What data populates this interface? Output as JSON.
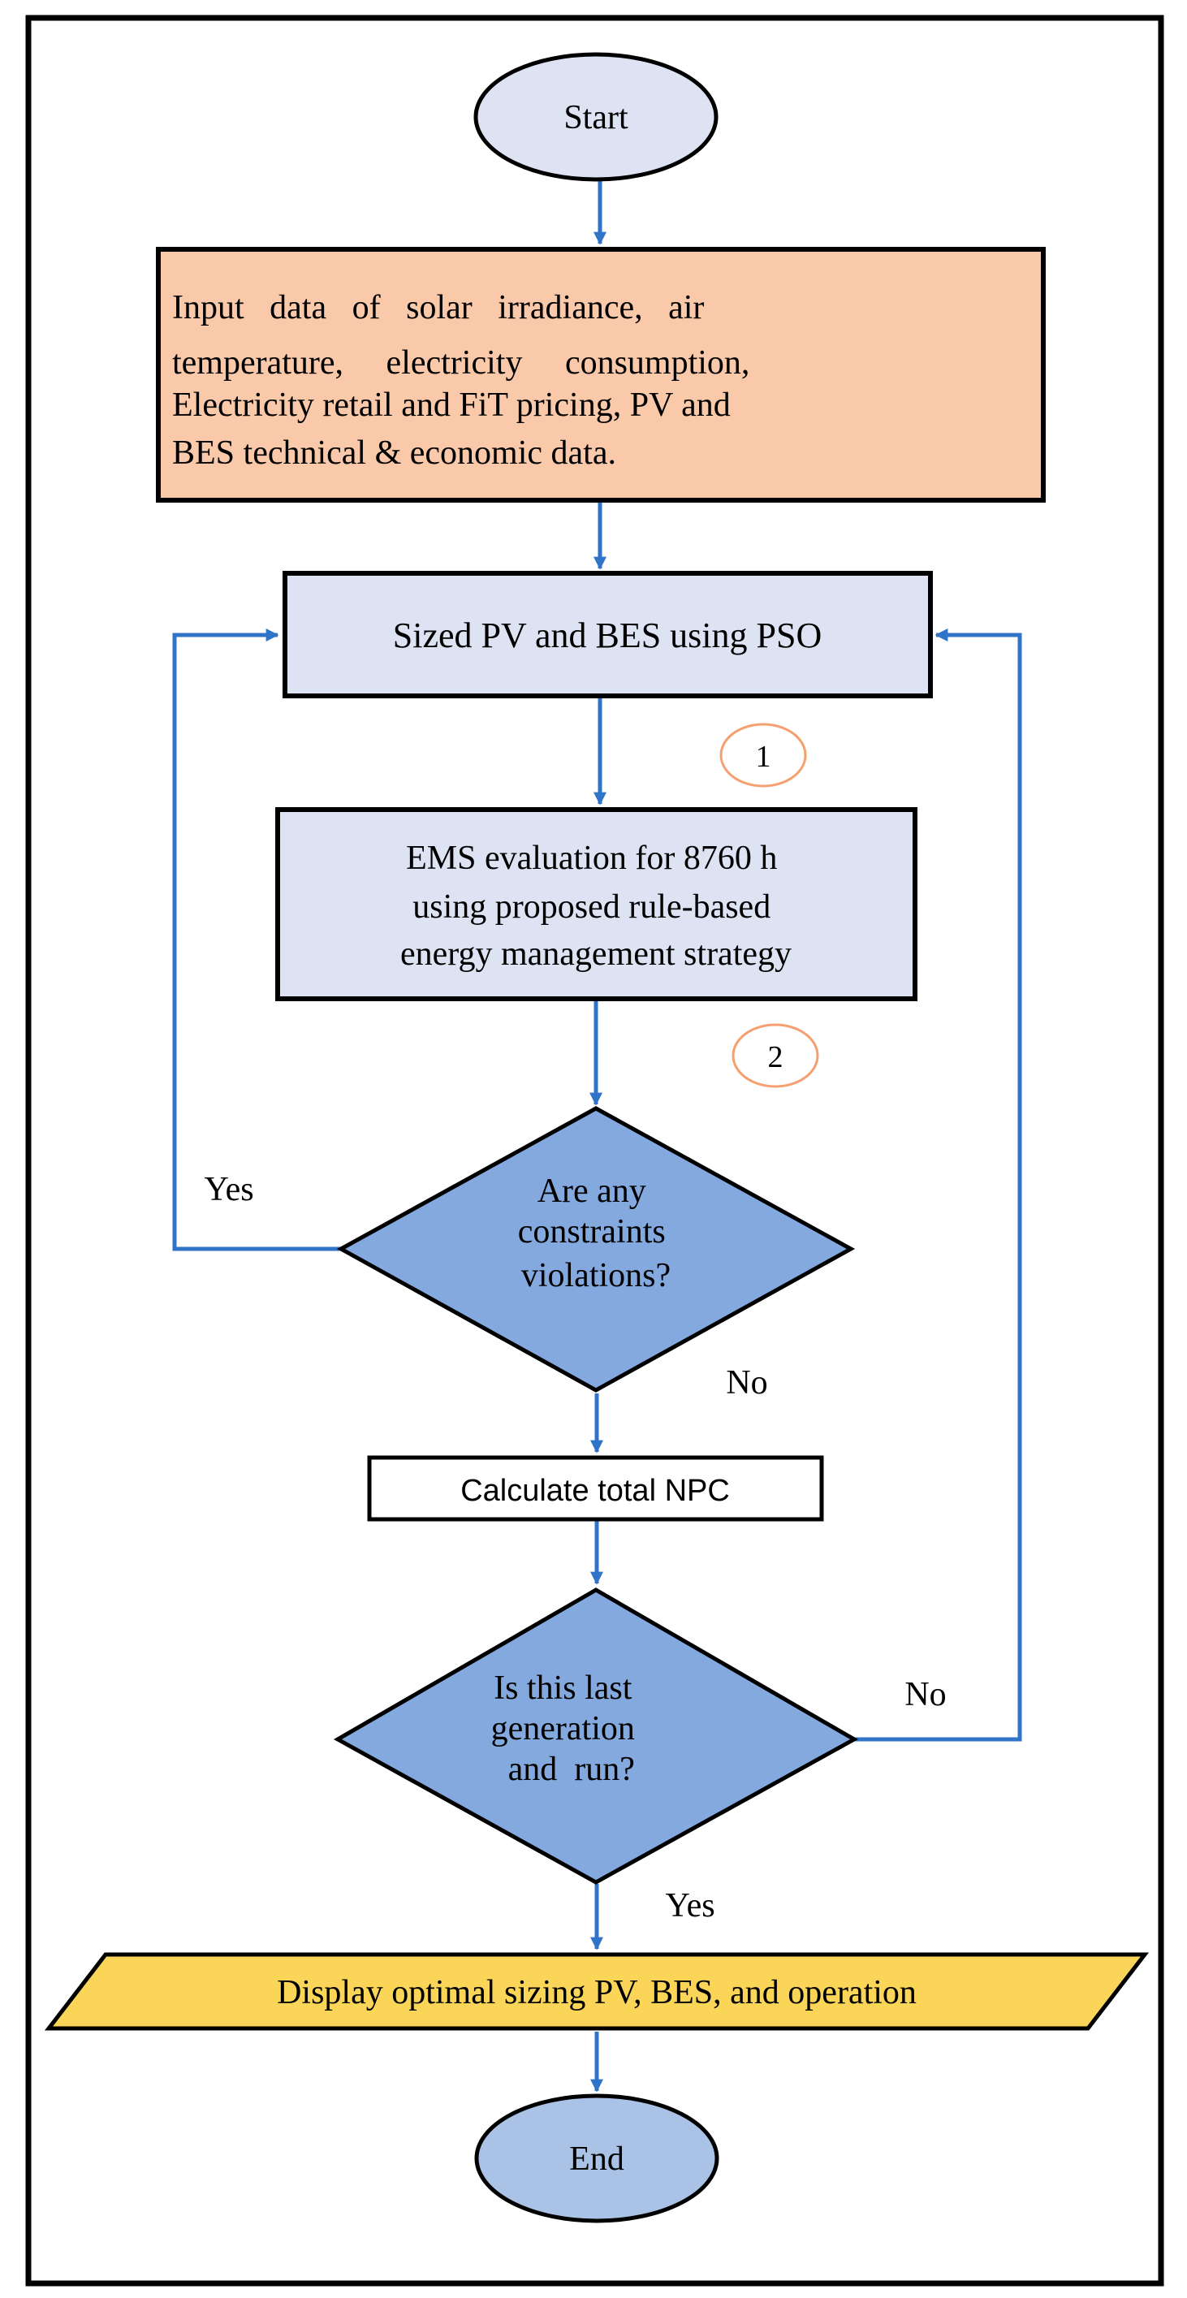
{
  "nodes": {
    "start": {
      "label": "Start"
    },
    "input": {
      "lines": [
        "Input   data   of   solar   irradiance,   air",
        "temperature,     electricity     consumption,",
        "Electricity retail and FiT pricing, PV and",
        "BES technical & economic data."
      ]
    },
    "sizing": {
      "label": "Sized PV and BES using PSO"
    },
    "marker1": {
      "label": "1"
    },
    "ems": {
      "lines": [
        "EMS evaluation for 8760 h",
        "using proposed rule-based",
        "energy management strategy"
      ]
    },
    "marker2": {
      "label": "2"
    },
    "constraints": {
      "lines": [
        "Are any",
        "constraints",
        "violations?"
      ]
    },
    "npc": {
      "label": "Calculate total NPC"
    },
    "last_gen": {
      "lines": [
        "Is this last",
        "generation",
        "and  run?"
      ]
    },
    "display": {
      "label": "Display optimal sizing PV, BES, and operation"
    },
    "end": {
      "label": "End"
    }
  },
  "edges": {
    "constraints_yes": "Yes",
    "constraints_no": "No",
    "last_gen_no": "No",
    "last_gen_yes": "Yes"
  },
  "colors": {
    "start_fill": "#dde3f3",
    "input_fill": "#f9c9a9",
    "process_fill": "#dde3f3",
    "decision_fill": "#84a9de",
    "display_fill": "#fad558",
    "end_fill": "#a9c2e6",
    "arrow": "#2f74c8",
    "marker_outline": "#f4a070",
    "border": "#000000"
  }
}
